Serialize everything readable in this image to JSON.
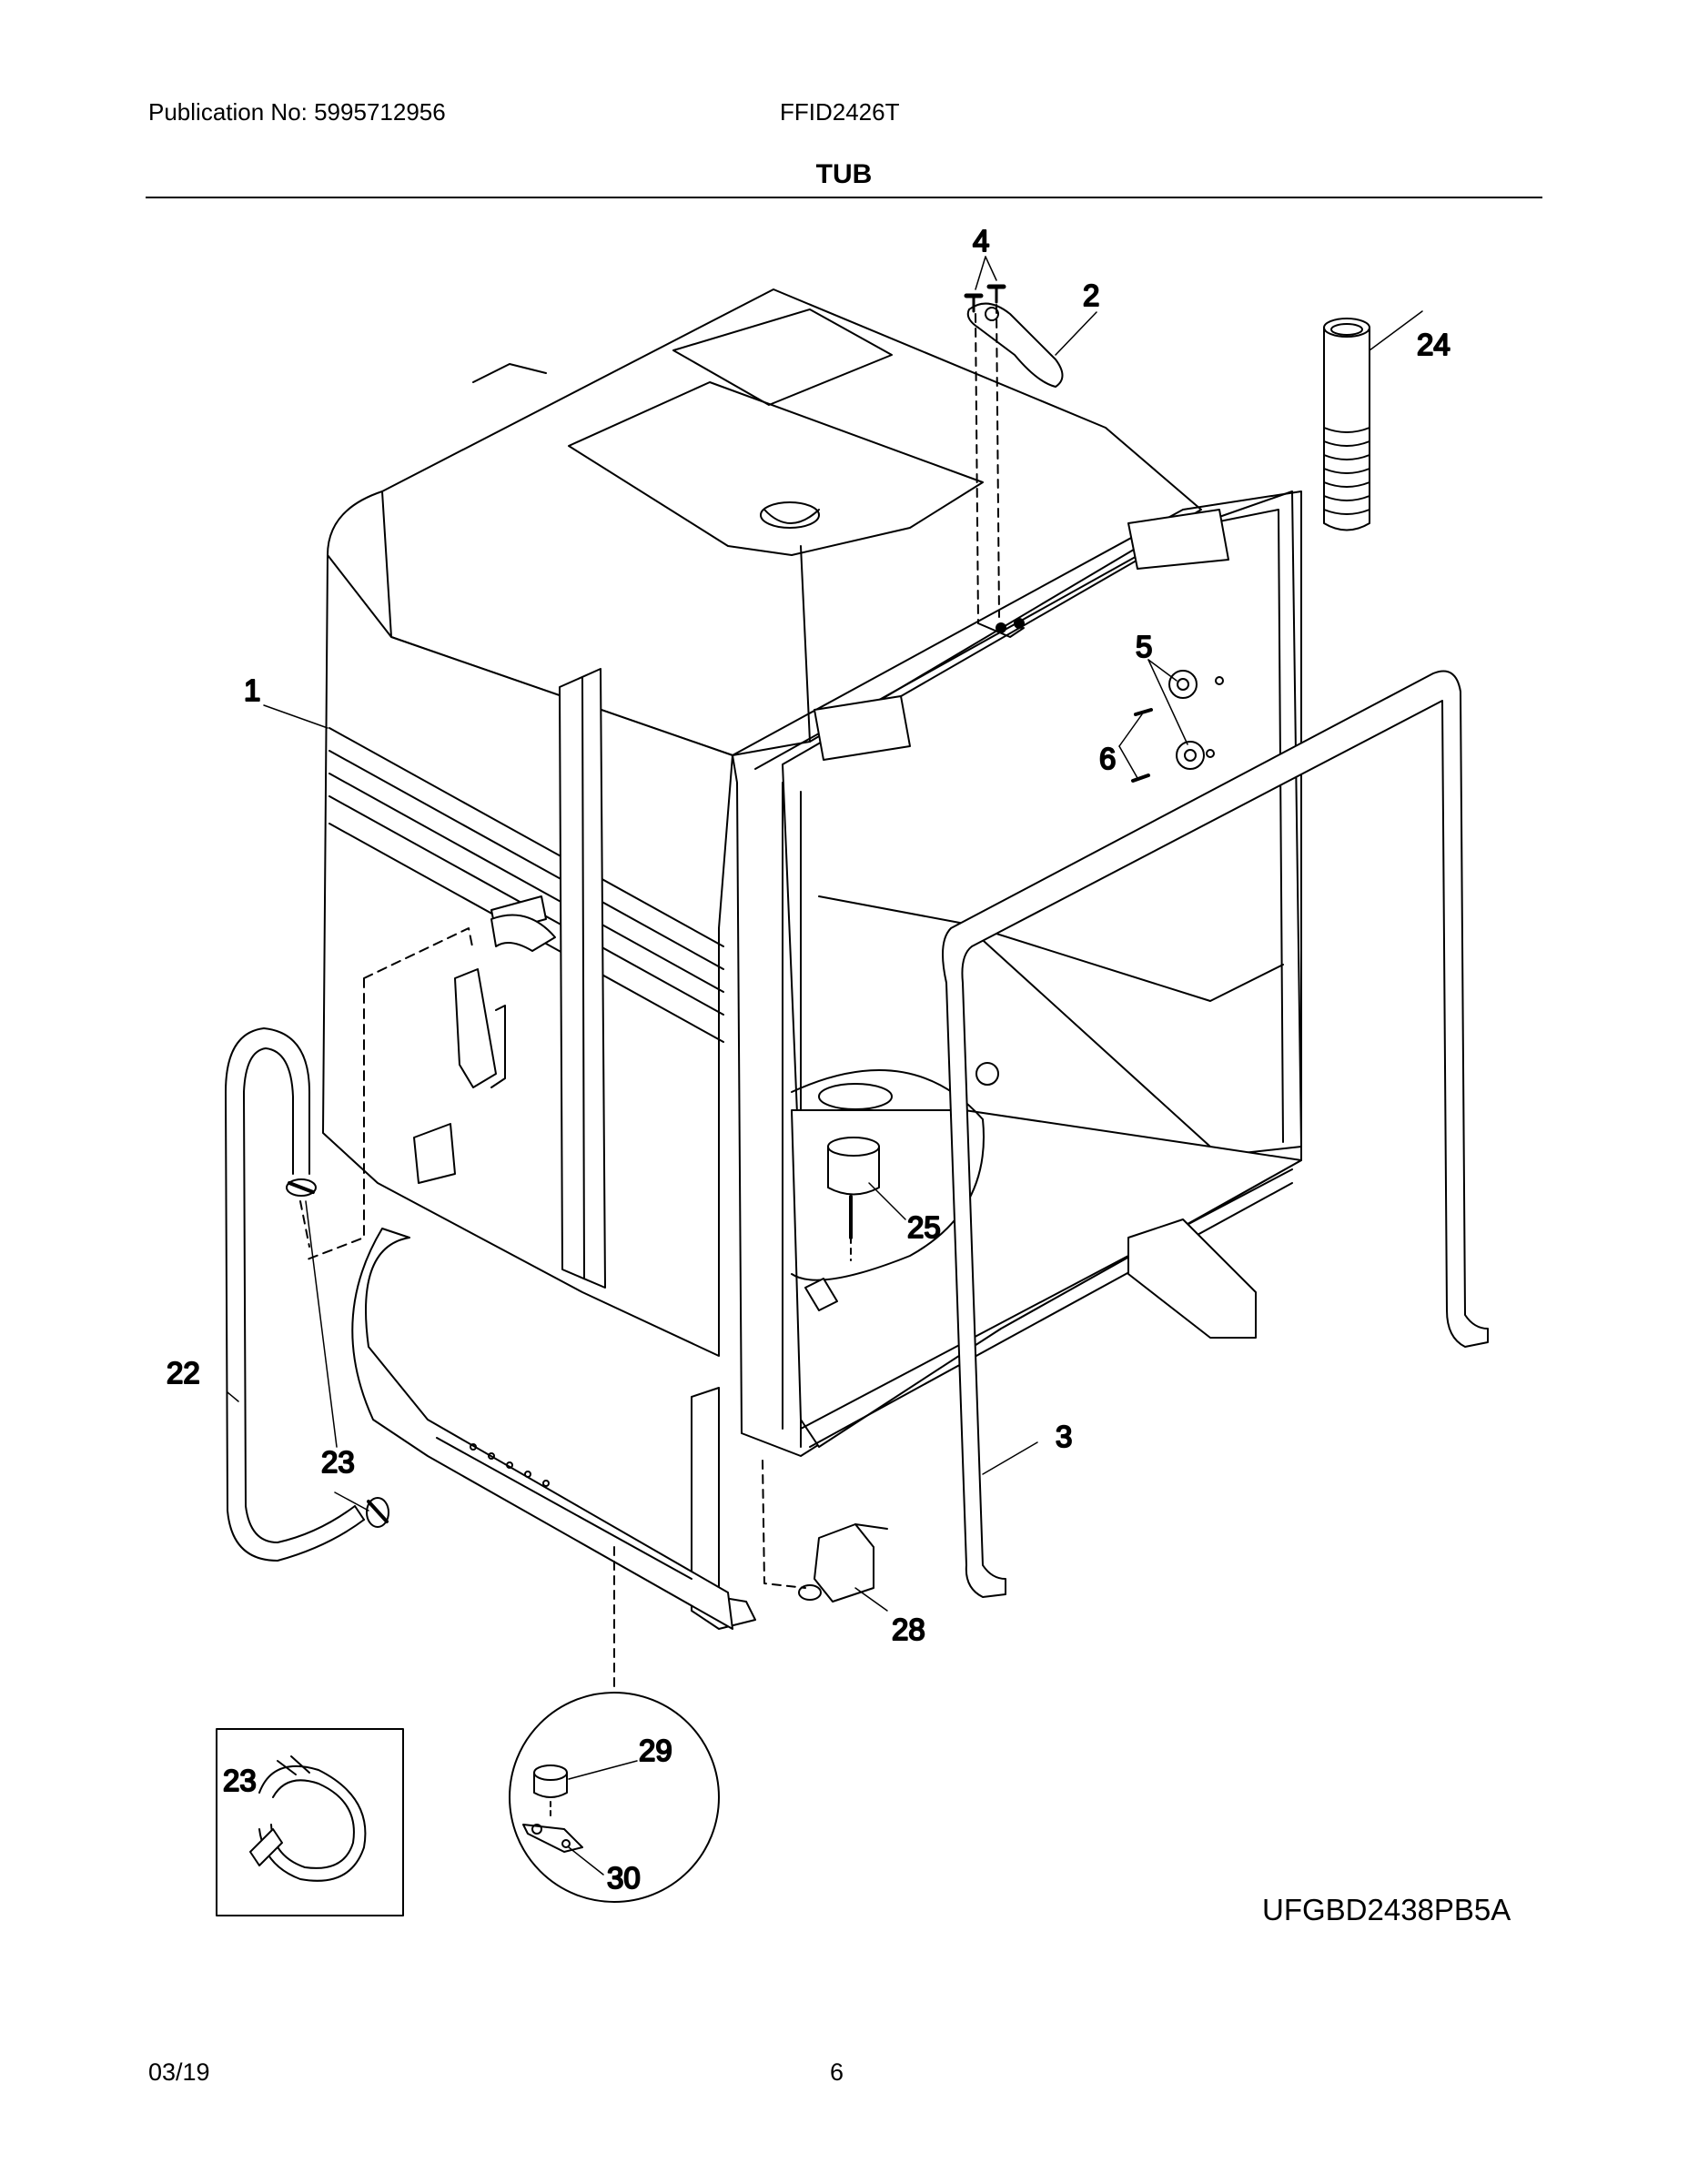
{
  "header": {
    "publication": "Publication No: 5995712956",
    "model": "FFID2426T"
  },
  "section_title": "TUB",
  "diagram_code": "UFGBD2438PB5A",
  "footer": {
    "date": "03/19",
    "page": "6"
  },
  "callouts": {
    "c1": "1",
    "c2": "2",
    "c3": "3",
    "c4": "4",
    "c5": "5",
    "c6": "6",
    "c22": "22",
    "c23a": "23",
    "c23b": "23",
    "c24": "24",
    "c25": "25",
    "c28": "28",
    "c29": "29",
    "c30": "30"
  }
}
